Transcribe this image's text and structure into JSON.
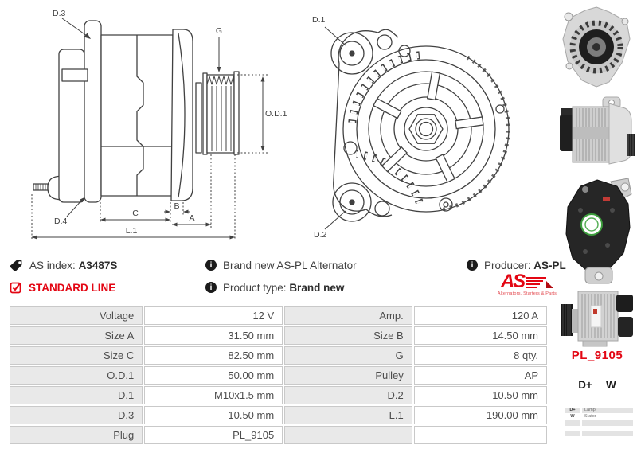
{
  "drawing": {
    "side_labels": {
      "d3": "D.3",
      "g": "G",
      "od1": "O.D.1",
      "d4": "D.4",
      "c": "C",
      "b": "B",
      "a": "A",
      "l1": "L.1"
    },
    "front_labels": {
      "d1": "D.1",
      "d2": "D.2"
    }
  },
  "info": {
    "as_index_label": "AS index:",
    "as_index_value": "A3487S",
    "description": "Brand new AS-PL Alternator",
    "producer_label": "Producer:",
    "producer_value": "AS-PL",
    "line_badge": "STANDARD LINE",
    "product_type_label": "Product type:",
    "product_type_value": "Brand new",
    "logo_text": "AS",
    "logo_tagline": "Alternators, Starters & Parts"
  },
  "specs": {
    "rows": [
      {
        "l1": "Voltage",
        "v1": "12 V",
        "l2": "Amp.",
        "v2": "120 A"
      },
      {
        "l1": "Size A",
        "v1": "31.50 mm",
        "l2": "Size B",
        "v2": "14.50 mm"
      },
      {
        "l1": "Size C",
        "v1": "82.50 mm",
        "l2": "G",
        "v2": "8 qty."
      },
      {
        "l1": "O.D.1",
        "v1": "50.00 mm",
        "l2": "Pulley",
        "v2": "AP"
      },
      {
        "l1": "D.1",
        "v1": "M10x1.5 mm",
        "l2": "D.2",
        "v2": "10.50 mm"
      },
      {
        "l1": "D.3",
        "v1": "10.50 mm",
        "l2": "L.1",
        "v2": "190.00 mm"
      },
      {
        "l1": "Plug",
        "v1": "PL_9105",
        "l2": "",
        "v2": ""
      }
    ]
  },
  "side_panel": {
    "plug_code": "PL_9105",
    "terminals": [
      "D+",
      "W"
    ],
    "pinout": [
      {
        "pin": "D+",
        "desc": "Lamp"
      },
      {
        "pin": "W",
        "desc": "Stator"
      }
    ]
  },
  "colors": {
    "accent_red": "#e30613",
    "cell_gray": "#e9e9e9",
    "line_dark": "#414141"
  }
}
